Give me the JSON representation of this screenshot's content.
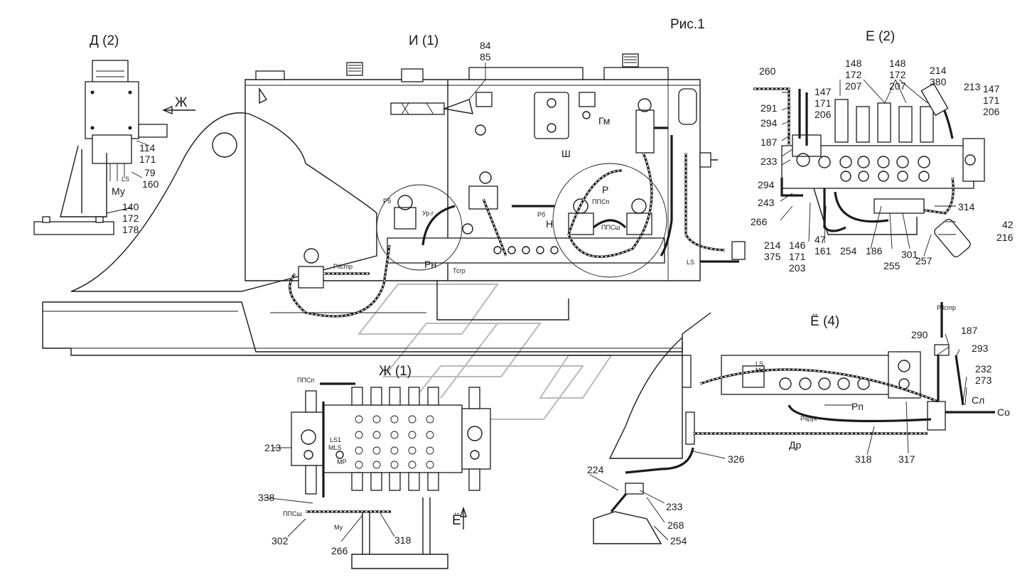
{
  "figure_title": "Рис.1",
  "views": {
    "d": "Д (2)",
    "i": "И (1)",
    "e": "Е (2)",
    "yo": "Ё (4)",
    "zh": "Ж (1)"
  },
  "direction_marks": {
    "zh": "Ж",
    "yo": "Ё"
  },
  "callouts": {
    "d_114": "114",
    "d_171": "171",
    "d_79": "79",
    "d_160": "160",
    "d_my": "Му",
    "d_ls": "LS",
    "d_140": "140",
    "d_172": "172",
    "d_178": "178",
    "i_84": "84",
    "i_85": "85",
    "i_gm": "Гм",
    "i_sh": "Ш",
    "i_p": "Р",
    "i_ppsp": "ППСп",
    "i_ppssh": "ППСш",
    "i_h": "Н",
    "i_pn": "Рн",
    "i_tsp": "Тсгр",
    "i_urg": "Ур.г",
    "i_pilstr": "Pilcmp",
    "i_ls": "LS",
    "i_pb1": "Рб",
    "i_pb2": "Рб",
    "e_260": "260",
    "e_291": "291",
    "e_294a": "294",
    "e_187": "187",
    "e_233": "233",
    "e_294b": "294",
    "e_243": "243",
    "e_266": "266",
    "e_214": "214",
    "e_375": "375",
    "e_146": "146",
    "e_171a": "171",
    "e_203": "203",
    "e_47": "47",
    "e_161": "161",
    "e_147a": "147",
    "e_171b": "171",
    "e_206a": "206",
    "e_148a": "148",
    "e_172a": "172",
    "e_207a": "207",
    "e_148b": "148",
    "e_172b": "172",
    "e_207b": "207",
    "e_214b": "214",
    "e_380": "380",
    "e_213": "213",
    "e_147b": "147",
    "e_171c": "171",
    "e_206b": "206",
    "e_314": "314",
    "e_42": "42",
    "e_216": "216",
    "e_254": "254",
    "e_186": "186",
    "e_301": "301",
    "e_255": "255",
    "e_257": "257",
    "yo_pilstr": "Pilcmp",
    "yo_187": "187",
    "yo_290": "290",
    "yo_293": "293",
    "yo_232": "232",
    "yo_273": "273",
    "yo_sl": "Сл",
    "yo_so": "Со",
    "yo_pn": "Рп",
    "yo_pilruk": "Pilрук",
    "yo_dr": "Др",
    "yo_326": "326",
    "yo_318": "318",
    "yo_317": "317",
    "yo_224": "224",
    "yo_233": "233",
    "yo_268": "268",
    "yo_254": "254",
    "yo_ls": "LS",
    "yo_mo": "Мо",
    "zh_ppsp": "ППСп",
    "zh_213": "213",
    "zh_ls1": "LS1",
    "zh_mls": "MLS",
    "zh_mp": "МР",
    "zh_338": "338",
    "zh_ppssh": "ППСш",
    "zh_302": "302",
    "zh_my": "Му",
    "zh_266": "266",
    "zh_318": "318"
  }
}
